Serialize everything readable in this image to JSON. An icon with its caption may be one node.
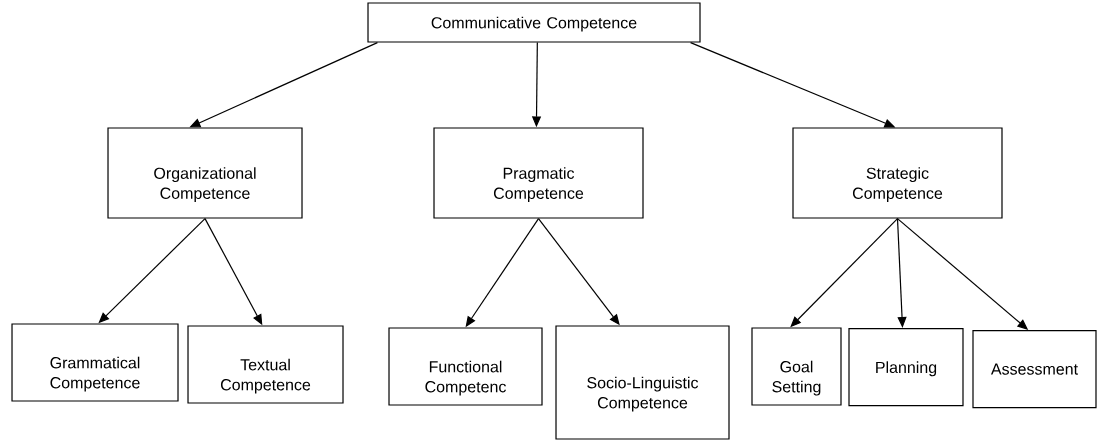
{
  "diagram": {
    "nodes": [
      {
        "text": [
          "Communicative Competence"
        ]
      },
      {
        "text": [
          "Organizational Competence"
        ]
      },
      {
        "text": [
          "Pragmatic Competence"
        ]
      },
      {
        "text": [
          "Strategic Competence"
        ]
      },
      {
        "text": [
          "Grammatical Competence"
        ]
      },
      {
        "text": [
          "Textual Competence"
        ]
      },
      {
        "text": [
          "Functional Competenc"
        ]
      },
      {
        "text": [
          "Socio-Linguistic Competence"
        ]
      },
      {
        "text": [
          "Goal Setting"
        ]
      },
      {
        "text": [
          "Planning"
        ]
      },
      {
        "text": [
          "Assessment"
        ]
      }
    ],
    "edges": [
      {
        "from": 0,
        "to": 1,
        "arrow": "to"
      },
      {
        "from": 0,
        "to": 2,
        "arrow": "to"
      },
      {
        "from": 0,
        "to": 3,
        "arrow": "to"
      },
      {
        "from": 1,
        "to": 4,
        "arrow": "to"
      },
      {
        "from": 1,
        "to": 5,
        "arrow": "to"
      },
      {
        "from": 2,
        "to": 6,
        "arrow": "to"
      },
      {
        "from": 2,
        "to": 7,
        "arrow": "to"
      },
      {
        "from": 3,
        "to": 8,
        "arrow": "to"
      },
      {
        "from": 3,
        "to": 9,
        "arrow": "to"
      },
      {
        "from": 3,
        "to": 10,
        "arrow": "to"
      }
    ]
  }
}
